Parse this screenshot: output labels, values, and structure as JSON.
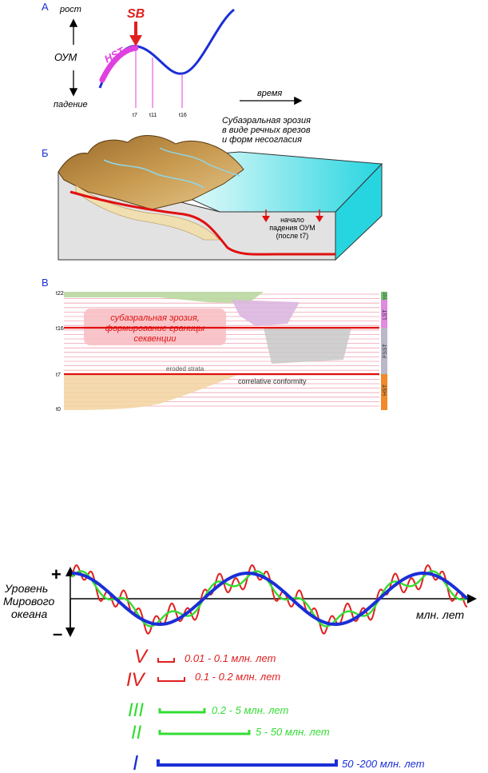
{
  "panelA": {
    "letter": "А",
    "rise": "рост",
    "axis": "ОУМ",
    "fall": "падение",
    "time": "время",
    "sb": "SB",
    "hst": "HST",
    "times": [
      "t7",
      "t11",
      "t16"
    ],
    "erosion_line1": "Субаэральная эрозия",
    "erosion_line2": "в виде речных врезов",
    "erosion_line3": "и форм несогласия"
  },
  "panelB": {
    "letter": "Б",
    "note_line1": "начало",
    "note_line2": "падения ОУМ",
    "note_line3": "(после t7)"
  },
  "panelC": {
    "letter": "В",
    "times": [
      "t22",
      "t16",
      "t7",
      "t0"
    ],
    "erosion_line1": "субаэральная эрозия,",
    "erosion_line2": "формирование границы",
    "erosion_line3": "секвенции",
    "eroded": "eroded strata",
    "conformity": "correlative conformity",
    "tracts": [
      "HST",
      "FSST",
      "LST",
      "TST"
    ]
  },
  "cycles": {
    "ylabel_line1": "Уровень",
    "ylabel_line2": "Мирового",
    "ylabel_line3": "океана",
    "plus": "+",
    "minus": "–",
    "xlabel": "млн. лет",
    "orders": [
      {
        "numeral": "V",
        "range": "0.01 - 0.1 млн. лет",
        "color": "#e02020"
      },
      {
        "numeral": "IV",
        "range": "0.1 - 0.2 млн. лет",
        "color": "#e02020"
      },
      {
        "numeral": "III",
        "range": "0.2 - 5 млн. лет",
        "color": "#33dd33"
      },
      {
        "numeral": "II",
        "range": "5 - 50 млн. лет",
        "color": "#33dd33"
      },
      {
        "numeral": "I",
        "range": "50 -200 млн. лет",
        "color": "#1a2fd6"
      }
    ]
  }
}
